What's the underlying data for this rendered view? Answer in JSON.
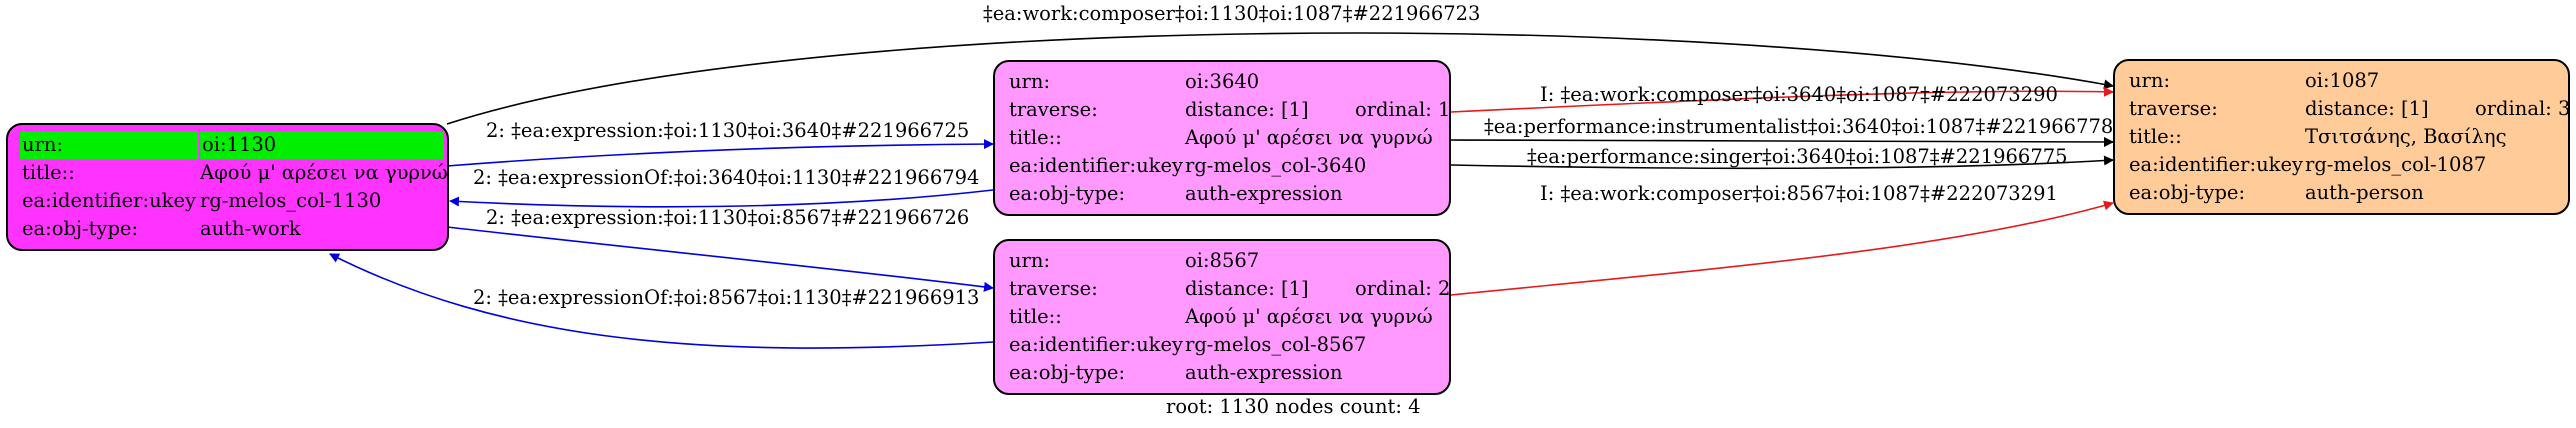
{
  "colors": {
    "blue_edge": "#0000dd",
    "red_edge": "#e41a1c",
    "black_edge": "#000000"
  },
  "nodes": {
    "work": {
      "urn_key": "urn:",
      "urn_val": "oi:1130",
      "title_key": "title::",
      "title_val": "Αφού μ' αρέσει να γυρνώ",
      "ukey_key": "ea:identifier:ukey",
      "ukey_val": "rg-melos_col-1130",
      "type_key": "ea:obj-type:",
      "type_val": "auth-work"
    },
    "expr1": {
      "urn_key": "urn:",
      "urn_val": "oi:3640",
      "trav_key": "traverse:",
      "trav_val": "distance: [1]",
      "ordinal": "ordinal: 1",
      "title_key": "title::",
      "title_val": "Αφού μ' αρέσει να γυρνώ",
      "ukey_key": "ea:identifier:ukey",
      "ukey_val": "rg-melos_col-3640",
      "type_key": "ea:obj-type:",
      "type_val": "auth-expression"
    },
    "expr2": {
      "urn_key": "urn:",
      "urn_val": "oi:8567",
      "trav_key": "traverse:",
      "trav_val": "distance: [1]",
      "ordinal": "ordinal: 2",
      "title_key": "title::",
      "title_val": "Αφού μ' αρέσει να γυρνώ",
      "ukey_key": "ea:identifier:ukey",
      "ukey_val": "rg-melos_col-8567",
      "type_key": "ea:obj-type:",
      "type_val": "auth-expression"
    },
    "person": {
      "urn_key": "urn:",
      "urn_val": "oi:1087",
      "trav_key": "traverse:",
      "trav_val": "distance: [1]",
      "ordinal": "ordinal: 3",
      "title_key": "title::",
      "title_val": "Τσιτσάνης, Βασίλης",
      "ukey_key": "ea:identifier:ukey",
      "ukey_val": "rg-melos_col-1087",
      "type_key": "ea:obj-type:",
      "type_val": "auth-person"
    }
  },
  "edges": {
    "composer_top": "‡ea:work:composer‡oi:1130‡oi:1087‡#221966723",
    "expr_1130_3640": "2: ‡ea:expression:‡oi:1130‡oi:3640‡#221966725",
    "exprof_3640_1130": "2: ‡ea:expressionOf:‡oi:3640‡oi:1130‡#221966794",
    "expr_1130_8567": "2: ‡ea:expression:‡oi:1130‡oi:8567‡#221966726",
    "exprof_8567_1130": "2: ‡ea:expressionOf:‡oi:8567‡oi:1130‡#221966913",
    "composer_3640": "I: ‡ea:work:composer‡oi:3640‡oi:1087‡#222073290",
    "instrumentalist_3640": "‡ea:performance:instrumentalist‡oi:3640‡oi:1087‡#221966778",
    "singer_3640": "‡ea:performance:singer‡oi:3640‡oi:1087‡#221966775",
    "composer_8567": "I: ‡ea:work:composer‡oi:8567‡oi:1087‡#222073291"
  },
  "footer": "root: 1130 nodes count: 4"
}
